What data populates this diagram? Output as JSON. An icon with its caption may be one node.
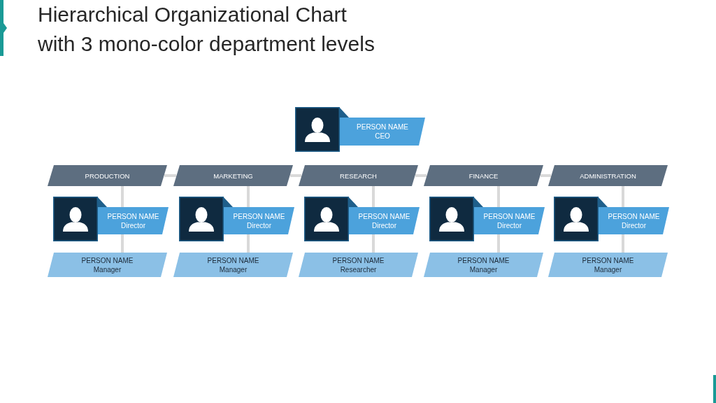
{
  "diagram": {
    "title": "Hierarchical Organizational Chart with 3 mono-color department levels",
    "nodes": [
      {
        "text": [
          "PERSON NAME",
          "CEO"
        ]
      },
      {
        "text": [
          "PRODUCTION"
        ]
      },
      {
        "text": [
          "MARKETING"
        ]
      },
      {
        "text": [
          "RESEARCH"
        ]
      },
      {
        "text": [
          "FINANCE"
        ]
      },
      {
        "text": [
          "ADMINISTRATION"
        ]
      },
      {
        "text": [
          "PERSON NAME",
          "Director"
        ]
      },
      {
        "text": [
          "PERSON NAME",
          "Director"
        ]
      },
      {
        "text": [
          "PERSON NAME",
          "Director"
        ]
      },
      {
        "text": [
          "PERSON NAME",
          "Director"
        ]
      },
      {
        "text": [
          "PERSON NAME",
          "Director"
        ]
      },
      {
        "text": [
          "PERSON NAME",
          "Manager"
        ]
      },
      {
        "text": [
          "PERSON NAME",
          "Manager"
        ]
      },
      {
        "text": [
          "PERSON NAME",
          "Researcher"
        ]
      },
      {
        "text": [
          "PERSON NAME",
          "Manager"
        ]
      },
      {
        "text": [
          "PERSON NAME",
          "Manager"
        ]
      }
    ],
    "edges": [
      {
        "from": 1,
        "to": 2,
        "arrow": "none"
      },
      {
        "from": 2,
        "to": 3,
        "arrow": "none"
      },
      {
        "from": 3,
        "to": 4,
        "arrow": "none"
      },
      {
        "from": 4,
        "to": 5,
        "arrow": "none"
      },
      {
        "from": 1,
        "to": 6,
        "arrow": "none"
      },
      {
        "from": 6,
        "to": 11,
        "arrow": "none"
      },
      {
        "from": 2,
        "to": 7,
        "arrow": "none"
      },
      {
        "from": 7,
        "to": 12,
        "arrow": "none"
      },
      {
        "from": 3,
        "to": 8,
        "arrow": "none"
      },
      {
        "from": 8,
        "to": 13,
        "arrow": "none"
      },
      {
        "from": 4,
        "to": 9,
        "arrow": "none"
      },
      {
        "from": 9,
        "to": 14,
        "arrow": "none"
      },
      {
        "from": 5,
        "to": 10,
        "arrow": "none"
      },
      {
        "from": 10,
        "to": 15,
        "arrow": "none"
      }
    ]
  }
}
